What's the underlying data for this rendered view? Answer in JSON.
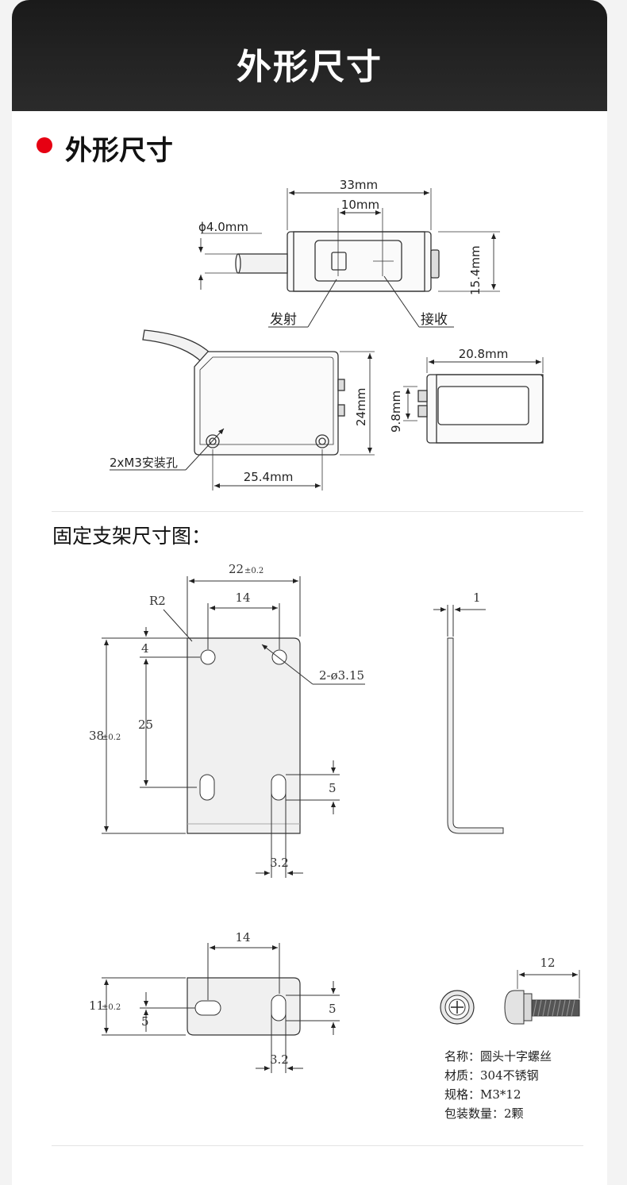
{
  "header": {
    "title": "外形尺寸"
  },
  "section": {
    "title": "外形尺寸"
  },
  "sensor": {
    "cable_diameter": "ϕ4.0mm",
    "length": "33mm",
    "spacing": "10mm",
    "height_front": "15.4mm",
    "emitter_label": "发射",
    "receiver_label": "接收",
    "height_side": "24mm",
    "hole_spacing": "25.4mm",
    "mount_holes": "2xM3安装孔",
    "depth": "20.8mm",
    "depth_small": "9.8mm"
  },
  "bracket": {
    "title": "固定支架尺寸图：",
    "width": "22",
    "width_tol": "±0.2",
    "hole_spacing": "14",
    "radius": "R2",
    "top_offset": "4",
    "hole_dia": "2-ø3.15",
    "hole_vertical": "25",
    "height": "38",
    "height_tol": "±0.2",
    "slot_len": "5",
    "slot_width": "3.2",
    "thickness": "1",
    "bottom_hole_spacing": "14",
    "bottom_height": "11",
    "bottom_height_tol": "±0.2",
    "bottom_left_slot": "5",
    "bottom_right_slot": "5",
    "bottom_slot_width": "3.2"
  },
  "screw": {
    "length": "12",
    "name": "名称：圆头十字螺丝",
    "material": "材质：304不锈钢",
    "spec": "规格：M3*12",
    "qty": "包装数量：2颗"
  }
}
